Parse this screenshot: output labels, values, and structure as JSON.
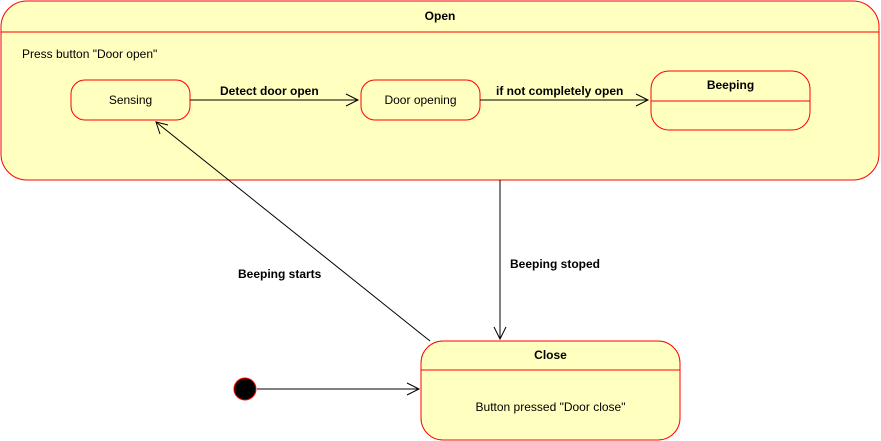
{
  "diagram": {
    "states": {
      "open": {
        "title": "Open",
        "note": "Press button \"Door open\""
      },
      "sensing": {
        "label": "Sensing"
      },
      "door_opening": {
        "label": "Door opening"
      },
      "beeping": {
        "title": "Beeping"
      },
      "close": {
        "title": "Close",
        "body": "Button pressed \"Door close\""
      }
    },
    "transitions": {
      "detect_door_open": "Detect door open",
      "if_not_completely_open": "if not completely open",
      "beeping_starts": "Beeping starts",
      "beeping_stoped": "Beeping stoped"
    },
    "colors": {
      "state_fill": "#ffffc0",
      "state_stroke": "#ff0000",
      "initial_fill": "#000000"
    }
  }
}
